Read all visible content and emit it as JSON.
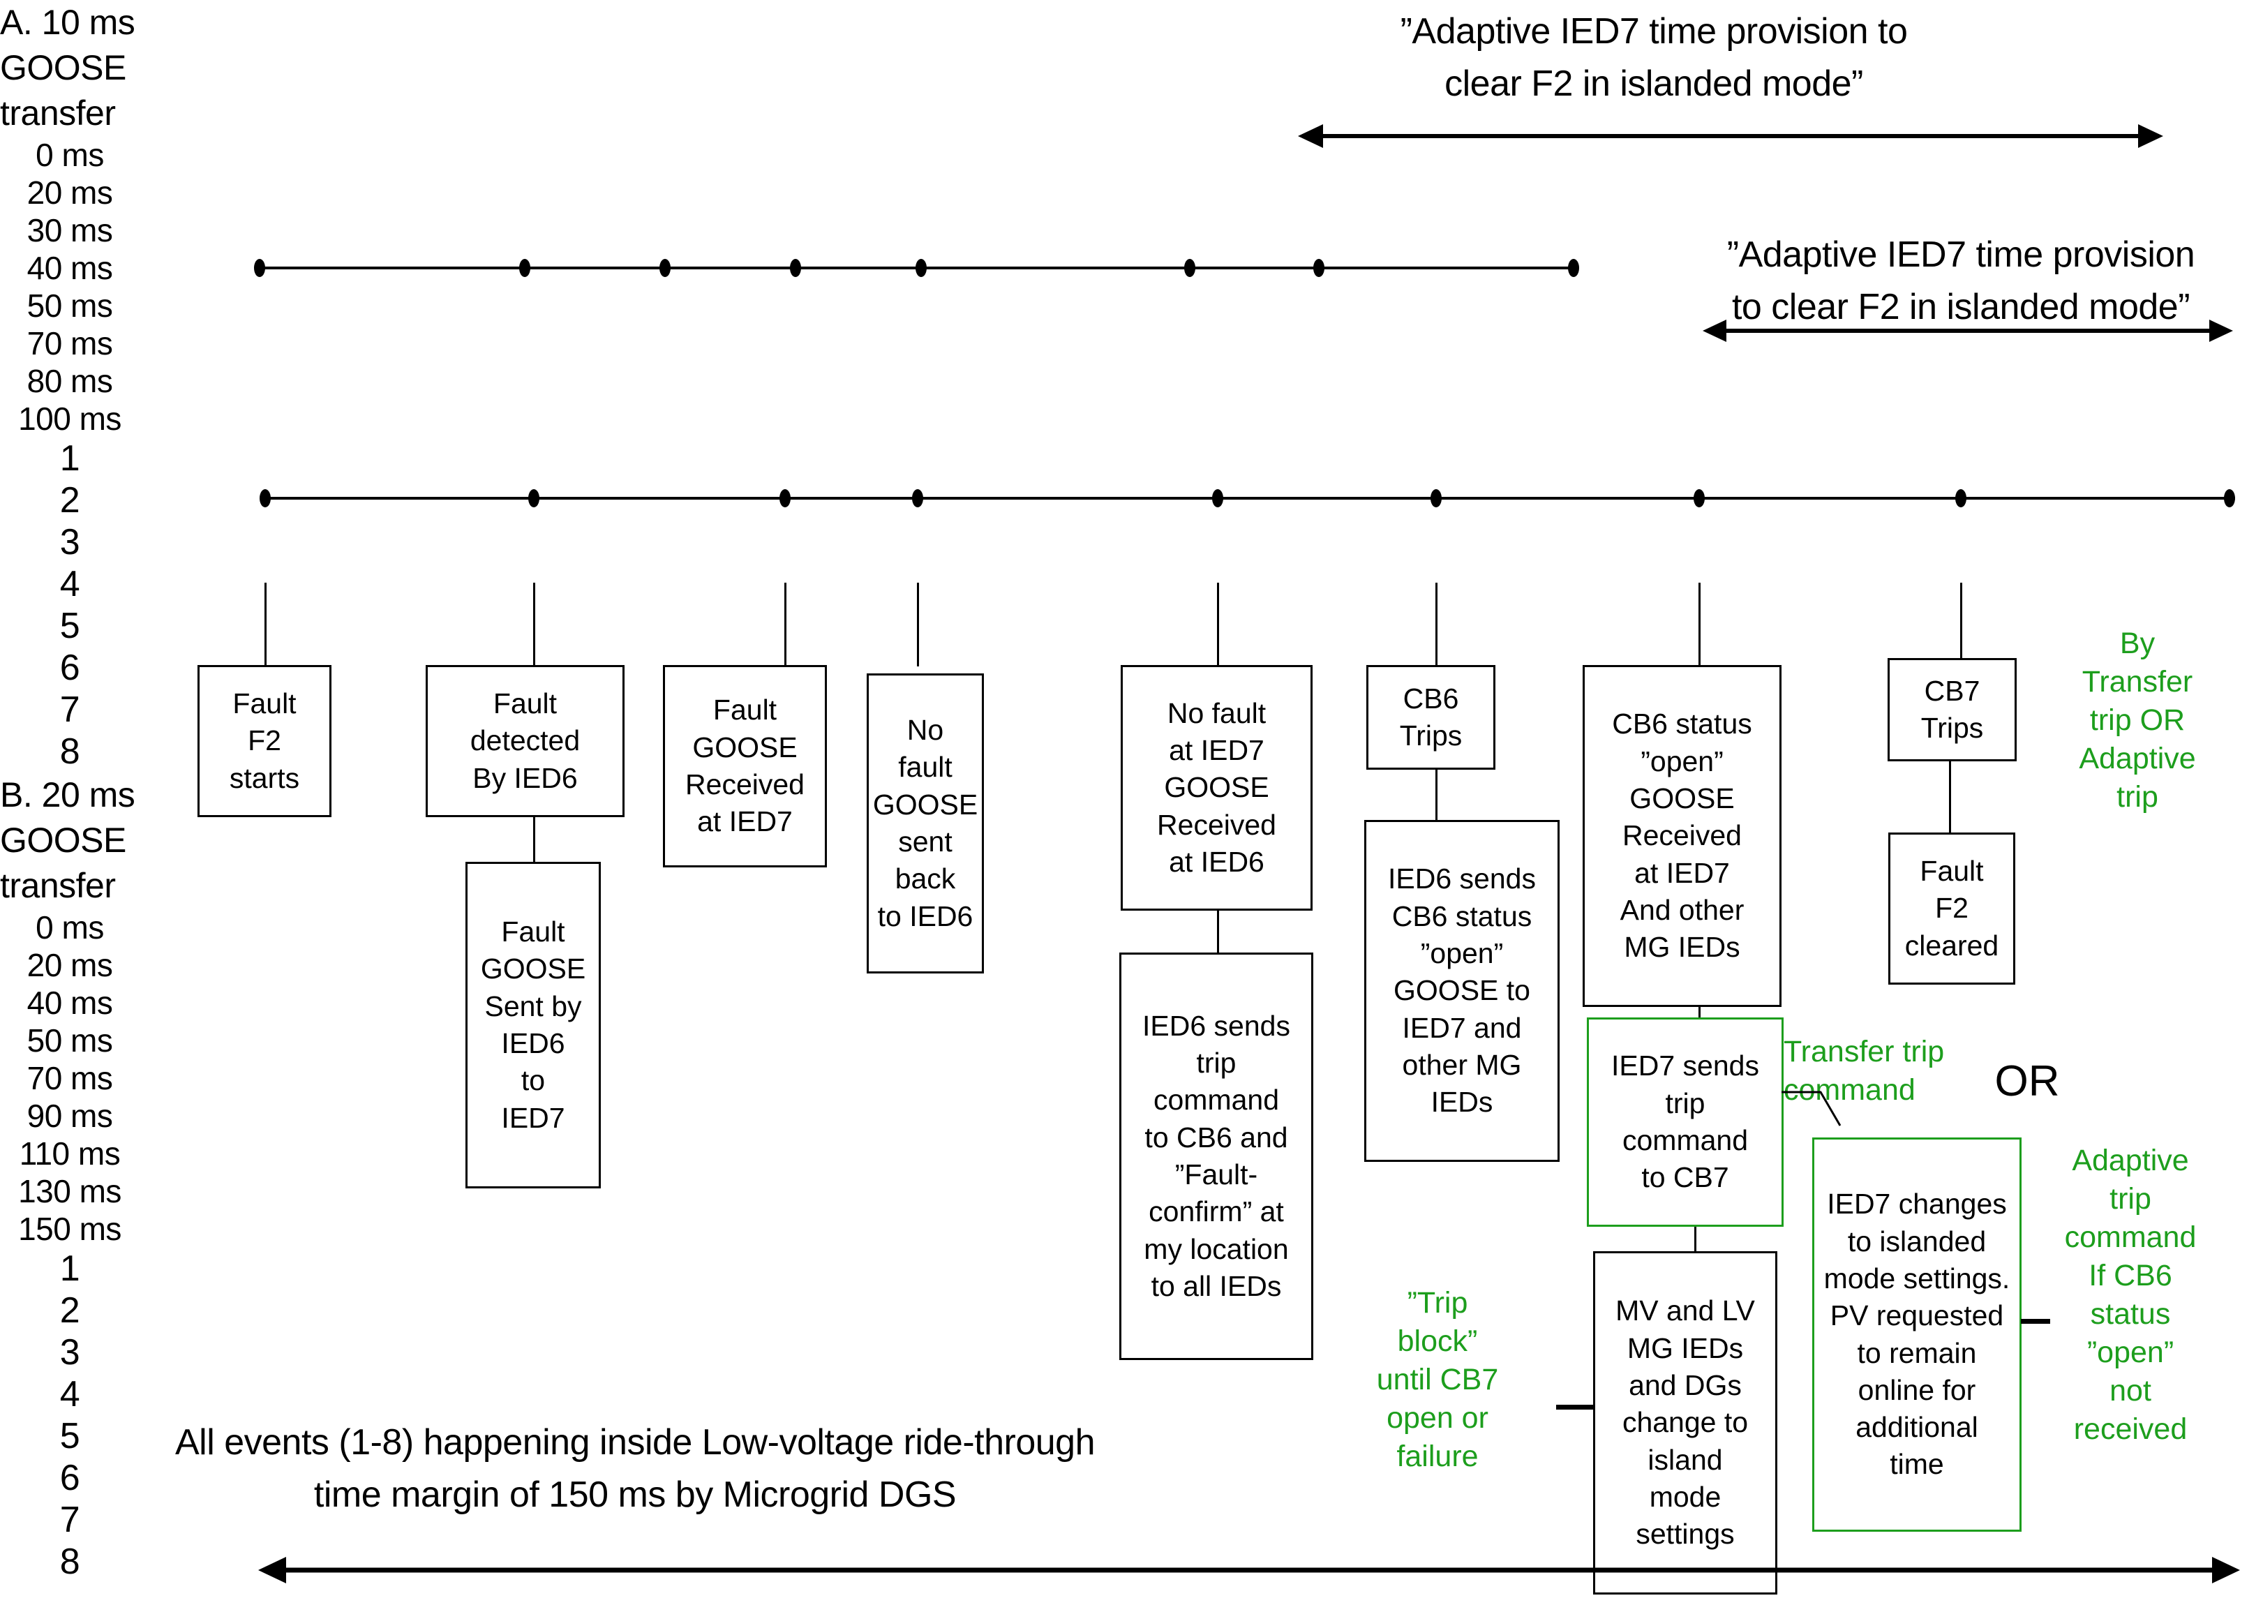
{
  "colors": {
    "ink": "#000000",
    "accent_green": "#1d9e1d",
    "background": "#ffffff"
  },
  "annotations": {
    "top_quote": "”Adaptive IED7 time provision to clear F2 in islanded mode”",
    "top_quote_line1": "”Adaptive IED7 time provision to",
    "top_quote_line2": "clear F2 in islanded mode”",
    "right_quote_line1": "”Adaptive IED7 time provision",
    "right_quote_line2": "to clear F2 in islanded mode”",
    "or_label": "OR",
    "bottom_caption_line1": "All events (1-8) happening inside Low-voltage ride-through",
    "bottom_caption_line2": "time margin of 150 ms by Microgrid DGS"
  },
  "timelines": [
    {
      "id": "A",
      "title_line1": "A. 10 ms",
      "title_line2": "GOOSE",
      "title_line3": "transfer",
      "time_labels": [
        "0 ms",
        "20 ms",
        "30 ms",
        "40 ms",
        "50 ms",
        "70 ms",
        "80 ms",
        "100 ms"
      ],
      "event_numbers": [
        "1",
        "2",
        "3",
        "4",
        "5",
        "6",
        "7",
        "8"
      ],
      "times_ms": [
        0,
        20,
        30,
        40,
        50,
        70,
        80,
        100
      ]
    },
    {
      "id": "B",
      "title_line1": "B. 20 ms",
      "title_line2": "GOOSE",
      "title_line3": "transfer",
      "time_labels": [
        "0 ms",
        "20 ms",
        "40 ms",
        "50 ms",
        "70 ms",
        "90 ms",
        "110 ms",
        "130 ms",
        "150 ms"
      ],
      "event_numbers": [
        "1",
        "2",
        "3",
        "4",
        "5",
        "6",
        "7",
        "8"
      ],
      "times_ms": [
        0,
        20,
        40,
        50,
        70,
        90,
        110,
        130,
        150
      ]
    }
  ],
  "event_boxes": {
    "e1": "Fault\nF2\nstarts",
    "e2": "Fault\ndetected\nBy IED6",
    "e2b": "Fault\nGOOSE\nSent by\nIED6\nto\nIED7",
    "e3": "Fault\nGOOSE\nReceived\nat IED7",
    "e4": "No\nfault\nGOOSE\nsent\nback\nto IED6",
    "e5": "No fault\nat IED7\nGOOSE\nReceived\nat IED6",
    "e5b": "IED6 sends\ntrip\ncommand\nto CB6 and\n”Fault-\nconfirm” at\nmy location\nto all IEDs",
    "e6": "CB6\nTrips",
    "e6b": "IED6 sends\nCB6 status\n”open”\nGOOSE to\nIED7 and\nother MG\nIEDs",
    "e7": "CB6 status\n”open”\nGOOSE\nReceived\nat IED7\nAnd other\nMG IEDs",
    "e7b": "IED7 sends\ntrip\ncommand\nto CB7",
    "e7c": "MV and LV\nMG IEDs\nand DGs\nchange to\nisland\nmode\nsettings",
    "e8": "CB7\nTrips",
    "e8b": "Fault\nF2\ncleared",
    "islanded": "IED7 changes\nto islanded\nmode settings.\nPV requested\nto remain\nonline for\nadditional\ntime"
  },
  "green_notes": {
    "by_transfer_trip": "By\nTransfer\ntrip OR\nAdaptive\ntrip",
    "transfer_trip_command": "Transfer trip\ncommand",
    "trip_block": "”Trip\nblock”\nuntil CB7\nopen or\nfailure",
    "adaptive_trip_command": "Adaptive\ntrip\ncommand\nIf CB6\nstatus\n”open”\nnot\nreceived"
  }
}
